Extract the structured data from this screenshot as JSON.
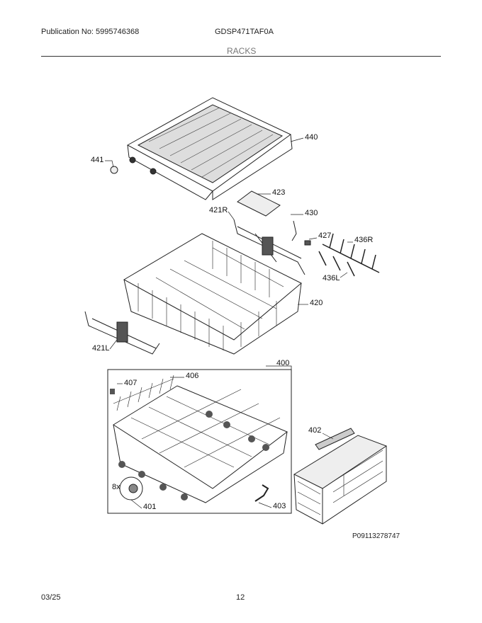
{
  "header": {
    "publication": "Publication No: 5995746368",
    "model": "GDSP471TAF0A",
    "section": "RACKS"
  },
  "callouts": {
    "c440": "440",
    "c441": "441",
    "c423": "423",
    "c421R": "421R",
    "c430": "430",
    "c427": "427",
    "c436R": "436R",
    "c436L": "436L",
    "c420": "420",
    "c421L": "421L",
    "c400": "400",
    "c406": "406",
    "c407": "407",
    "c402": "402",
    "c8x": "8x",
    "c401": "401",
    "c403": "403"
  },
  "diagram_code": "P09113278747",
  "footer": {
    "date": "03/25",
    "page": "12"
  }
}
